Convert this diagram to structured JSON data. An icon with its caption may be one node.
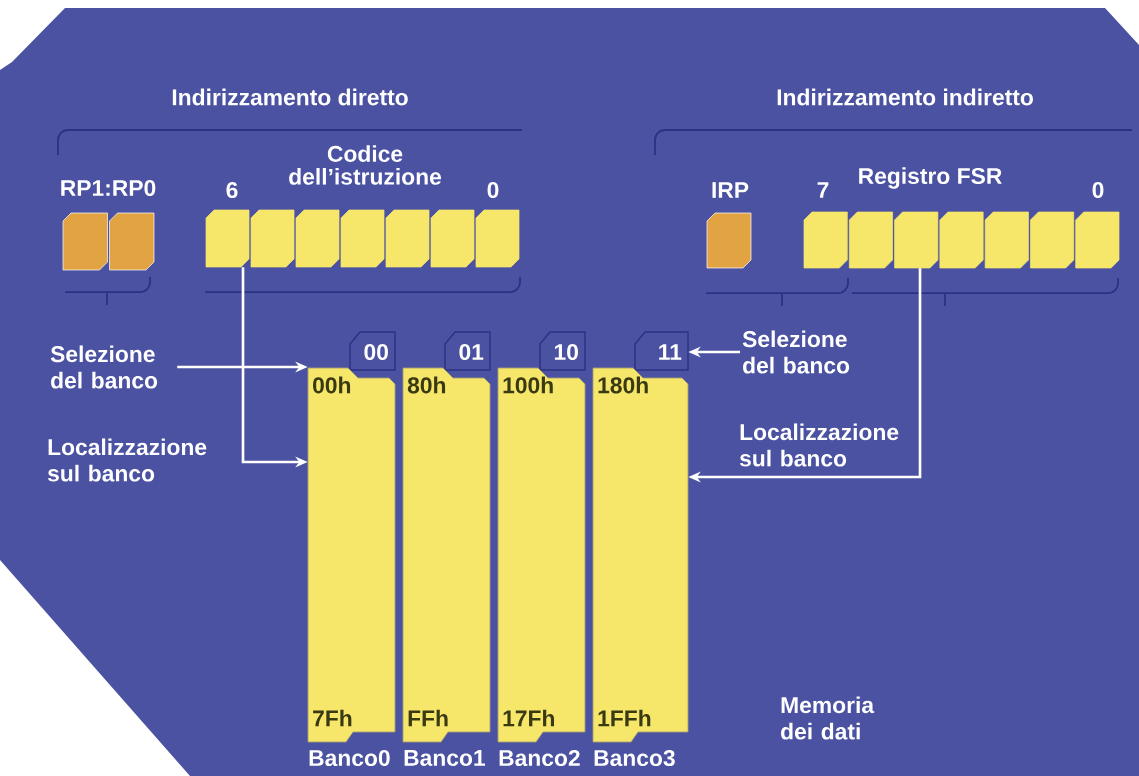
{
  "diagram": {
    "nodes": [
      {
        "text": [
          "RP1:RP0"
        ]
      },
      {
        "text": [
          "6",
          "Codice dell’istruzione",
          "0"
        ]
      },
      {
        "text": [
          "IRP"
        ]
      },
      {
        "text": [
          "7",
          "Registro FSR",
          "0"
        ]
      },
      {
        "text": [
          "00",
          "00h",
          "7Fh"
        ],
        "beside": [
          "Banco0"
        ]
      },
      {
        "text": [
          "01",
          "80h",
          "FFh"
        ],
        "beside": [
          "Banco1"
        ]
      },
      {
        "text": [
          "10",
          "100h",
          "17Fh"
        ],
        "beside": [
          "Banco2"
        ]
      },
      {
        "text": [
          "11",
          "180h",
          "1FFh"
        ],
        "beside": [
          "Banco3"
        ]
      },
      {
        "text": [
          "Selezione del banco"
        ]
      },
      {
        "text": [
          "Selezione del banco"
        ]
      }
    ],
    "edges": [
      {
        "from": 8,
        "to": 4,
        "arrow": "to"
      },
      {
        "from": 1,
        "to": 4,
        "arrow": "to"
      },
      {
        "from": 9,
        "to": 7,
        "arrow": "to"
      },
      {
        "from": 3,
        "to": 7,
        "arrow": "to"
      }
    ],
    "labels": [
      "Indirizzamento diretto",
      "Indirizzamento indiretto",
      "Localizzazione sul banco",
      "Localizzazione sul banco",
      "Memoria dei dati"
    ]
  }
}
